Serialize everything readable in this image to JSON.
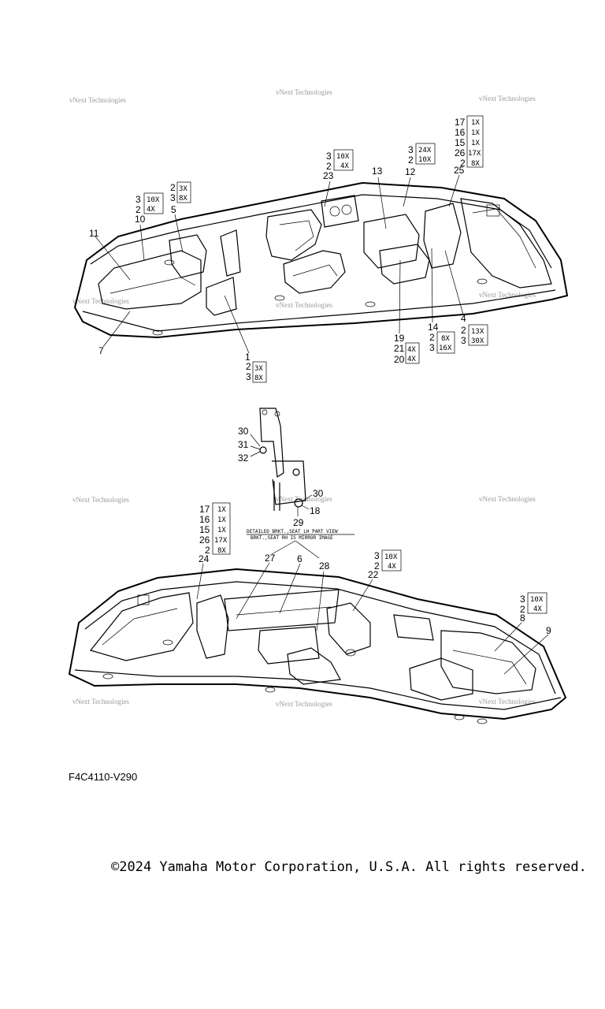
{
  "watermark": "vNext Technologies",
  "detail_note": {
    "line1": "DETAILED BRKT.,SEAT LH PART VIEW",
    "line2": "BRKT.,SEAT RH IS MIRROR IMAGE"
  },
  "figure_code": "F4C4110-V290",
  "copyright": "©2024 Yamaha Motor Corporation, U.S.A. All rights reserved."
}
